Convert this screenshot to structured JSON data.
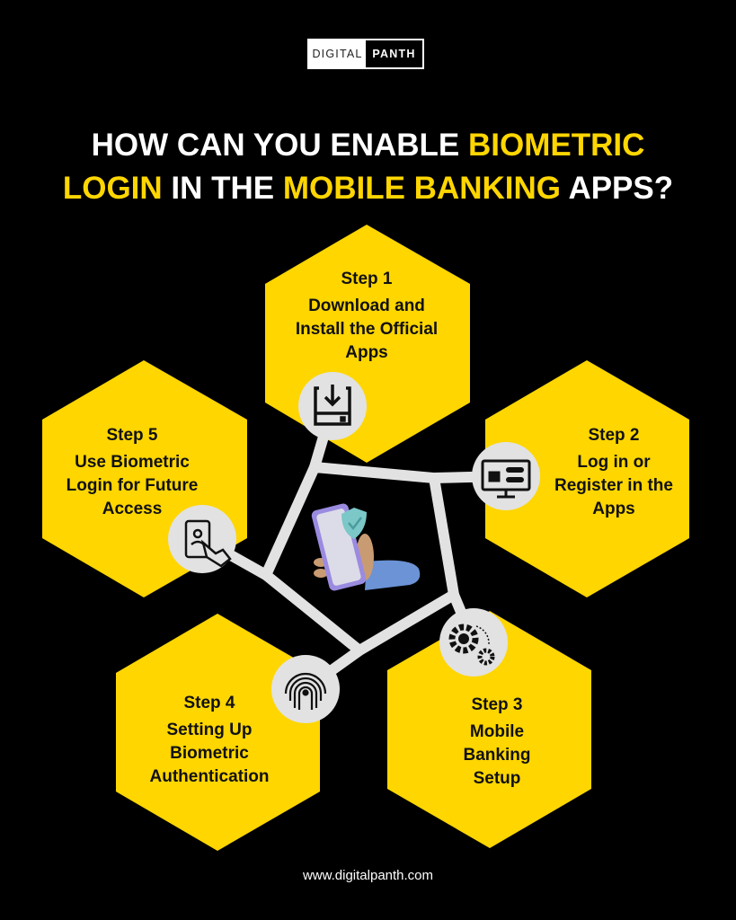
{
  "brand": {
    "left": "DIGITAL",
    "right": "PANTH"
  },
  "title": {
    "line1_a": "HOW CAN YOU ENABLE ",
    "line1_b": "BIOMETRIC",
    "line2_a": "LOGIN",
    "line2_b": " IN THE ",
    "line2_c": "MOBILE BANKING",
    "line2_d": " APPS?"
  },
  "steps": [
    {
      "num": "Step 1",
      "text": "Download and Install the Official Apps",
      "icon": "download-icon"
    },
    {
      "num": "Step 2",
      "text": "Log in or Register in the Apps",
      "icon": "login-monitor-icon"
    },
    {
      "num": "Step 3",
      "text": "Mobile Banking Setup",
      "icon": "gears-icon"
    },
    {
      "num": "Step 4",
      "text": "Setting Up Biometric Authentication",
      "icon": "fingerprint-lock-icon"
    },
    {
      "num": "Step 5",
      "text": "Use Biometric Login for Future Access",
      "icon": "touch-phone-icon"
    }
  ],
  "footer": "www.digitalpanth.com",
  "colors": {
    "accent": "#ffd600",
    "background": "#000000",
    "connector": "#e2e2e2"
  }
}
